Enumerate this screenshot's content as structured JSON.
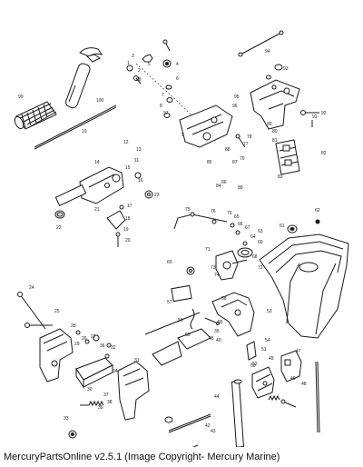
{
  "footer": {
    "text": "MercuryPartsOnline v2.5.1 (Image Copyright- Mercury Marine)"
  },
  "colors": {
    "ink": "#1a1a1a",
    "background": "#ffffff"
  },
  "callouts": [
    {
      "id": "c1",
      "label": "1"
    },
    {
      "id": "c2",
      "label": "2"
    },
    {
      "id": "c3",
      "label": "3"
    },
    {
      "id": "c4",
      "label": "4"
    },
    {
      "id": "c5",
      "label": "5"
    },
    {
      "id": "c6",
      "label": "6"
    },
    {
      "id": "c7",
      "label": "7"
    },
    {
      "id": "c8",
      "label": "8"
    },
    {
      "id": "c9",
      "label": "9"
    },
    {
      "id": "c10",
      "label": "10"
    },
    {
      "id": "c11",
      "label": "11"
    },
    {
      "id": "c12",
      "label": "12"
    },
    {
      "id": "c13",
      "label": "13"
    },
    {
      "id": "c14",
      "label": "14"
    },
    {
      "id": "c15",
      "label": "15"
    },
    {
      "id": "c16",
      "label": "16"
    },
    {
      "id": "c17",
      "label": "17"
    },
    {
      "id": "c18",
      "label": "18"
    },
    {
      "id": "c19",
      "label": "19"
    },
    {
      "id": "c20",
      "label": "20"
    },
    {
      "id": "c21",
      "label": "21"
    },
    {
      "id": "c22",
      "label": "22"
    },
    {
      "id": "c23",
      "label": "23"
    },
    {
      "id": "c24",
      "label": "24"
    },
    {
      "id": "c25",
      "label": "25"
    },
    {
      "id": "c26",
      "label": "26"
    },
    {
      "id": "c27",
      "label": "27"
    },
    {
      "id": "c28",
      "label": "28"
    },
    {
      "id": "c29",
      "label": "29"
    },
    {
      "id": "c30",
      "label": "30"
    },
    {
      "id": "c31",
      "label": "31"
    },
    {
      "id": "c32",
      "label": "32"
    },
    {
      "id": "c33",
      "label": "33"
    },
    {
      "id": "c34",
      "label": "34"
    },
    {
      "id": "c35",
      "label": "35"
    },
    {
      "id": "c36",
      "label": "36"
    },
    {
      "id": "c37",
      "label": "37"
    },
    {
      "id": "c38",
      "label": "38"
    },
    {
      "id": "c39",
      "label": "39"
    },
    {
      "id": "c40",
      "label": "40"
    },
    {
      "id": "c41",
      "label": "41"
    },
    {
      "id": "c42",
      "label": "42"
    },
    {
      "id": "c43",
      "label": "43"
    },
    {
      "id": "c44",
      "label": "44"
    },
    {
      "id": "c45",
      "label": "45"
    },
    {
      "id": "c46",
      "label": "46"
    },
    {
      "id": "c47",
      "label": "47"
    },
    {
      "id": "c48",
      "label": "48"
    },
    {
      "id": "c49",
      "label": "49"
    },
    {
      "id": "c50",
      "label": "50"
    },
    {
      "id": "c51",
      "label": "51"
    },
    {
      "id": "c52",
      "label": "52"
    },
    {
      "id": "c53",
      "label": "53"
    },
    {
      "id": "c54",
      "label": "54"
    },
    {
      "id": "c55",
      "label": "55"
    },
    {
      "id": "c56",
      "label": "56"
    },
    {
      "id": "c57",
      "label": "57"
    },
    {
      "id": "c58",
      "label": "58"
    },
    {
      "id": "c59",
      "label": "59"
    },
    {
      "id": "c60",
      "label": "60"
    },
    {
      "id": "c61",
      "label": "61"
    },
    {
      "id": "c62",
      "label": "62"
    },
    {
      "id": "c63",
      "label": "63"
    },
    {
      "id": "c64",
      "label": "64"
    },
    {
      "id": "c65",
      "label": "65"
    },
    {
      "id": "c66",
      "label": "66"
    },
    {
      "id": "c67",
      "label": "67"
    },
    {
      "id": "c68",
      "label": "68"
    },
    {
      "id": "c69",
      "label": "69"
    },
    {
      "id": "c70",
      "label": "70"
    },
    {
      "id": "c71",
      "label": "71"
    },
    {
      "id": "c72",
      "label": "72"
    },
    {
      "id": "c73",
      "label": "73"
    },
    {
      "id": "c74",
      "label": "74"
    },
    {
      "id": "c75",
      "label": "75"
    },
    {
      "id": "c76",
      "label": "76"
    },
    {
      "id": "c77",
      "label": "77"
    },
    {
      "id": "c78",
      "label": "78"
    },
    {
      "id": "c79",
      "label": "79"
    },
    {
      "id": "c80",
      "label": "80"
    },
    {
      "id": "c81",
      "label": "81"
    },
    {
      "id": "c82",
      "label": "82"
    },
    {
      "id": "c83",
      "label": "83"
    },
    {
      "id": "c84",
      "label": "84"
    },
    {
      "id": "c85",
      "label": "85"
    },
    {
      "id": "c86",
      "label": "86"
    },
    {
      "id": "c87",
      "label": "87"
    },
    {
      "id": "c88",
      "label": "88"
    },
    {
      "id": "c89",
      "label": "89"
    },
    {
      "id": "c90",
      "label": "90"
    },
    {
      "id": "c91",
      "label": "91"
    },
    {
      "id": "c92",
      "label": "92"
    },
    {
      "id": "c93",
      "label": "93"
    },
    {
      "id": "c94",
      "label": "94"
    },
    {
      "id": "c95",
      "label": "95"
    },
    {
      "id": "c96",
      "label": "96"
    },
    {
      "id": "c97",
      "label": "97"
    },
    {
      "id": "c98",
      "label": "98"
    },
    {
      "id": "c99",
      "label": "99"
    },
    {
      "id": "c100",
      "label": "100"
    }
  ]
}
